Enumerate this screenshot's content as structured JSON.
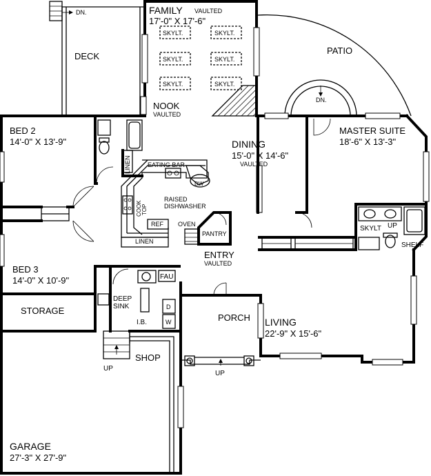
{
  "rooms": {
    "family": {
      "name": "FAMILY",
      "note": "VAULTED",
      "dims": "17'-0\" X 17'-6\""
    },
    "deck": {
      "name": "DECK"
    },
    "patio": {
      "name": "PATIO"
    },
    "nook": {
      "name": "NOOK",
      "note": "VAULTED"
    },
    "bed2": {
      "name": "BED 2",
      "dims": "14'-0\" X 13'-9\""
    },
    "dining": {
      "name": "DINING",
      "dims": "15'-0\" X 14'-6\"",
      "note": "VAULTED"
    },
    "master": {
      "name": "MASTER SUITE",
      "dims": "18'-6\" X 13'-3\""
    },
    "bed3": {
      "name": "BED 3",
      "dims": "14'-0\" X 10'-9\""
    },
    "entry": {
      "name": "ENTRY",
      "note": "VAULTED"
    },
    "storage": {
      "name": "STORAGE"
    },
    "porch": {
      "name": "PORCH"
    },
    "living": {
      "name": "LIVING",
      "dims": "22'-9\" X 15'-6\""
    },
    "shop": {
      "name": "SHOP"
    },
    "garage": {
      "name": "GARAGE",
      "dims": "27'-3\" X 27'-9\""
    }
  },
  "labels": {
    "skylight": "SKYLT.",
    "skylight_master": "SKYLT",
    "down": "DN.",
    "up": "UP",
    "linen": "LINEN",
    "eating_bar": "EATING BAR",
    "raised": "RAISED",
    "dishwasher": "DISHWASHER",
    "dw": "DW",
    "cook": "COOK",
    "top": "TOP",
    "ref": "REF",
    "oven": "OVEN",
    "pantry": "PANTRY",
    "fau": "FAU",
    "deep": "DEEP",
    "sink": "SINK",
    "ib": "I.B.",
    "d": "D",
    "w": "W",
    "shelf": "SHELF"
  }
}
